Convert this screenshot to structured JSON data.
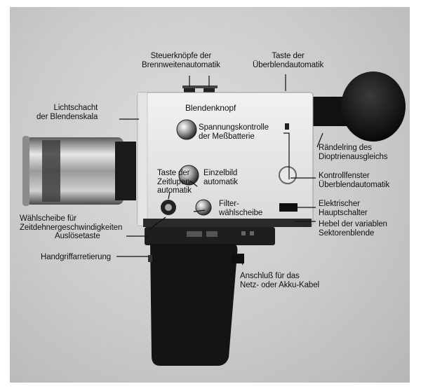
{
  "labels": {
    "steuerknoepfe": "Steuerknöpfe der\nBrennweitenautomatik",
    "taste_ueberblend": "Taste der\nÜberblendautomatik",
    "lichtschacht": "Lichtschacht\nder Blendenskala",
    "blendenknopf": "Blendenknopf",
    "spannungskontrolle": "Spannungskontrolle\nder Meßbatterie",
    "raendelring": "Rändelring des\nDioptrienausgleichs",
    "taste_zeitlupen": "Taste der\nZeitlupen-\nautomatik",
    "einzelbild": "Einzelbild\nautomatik",
    "kontrollfenster": "Kontrollfenster\nÜberblendautomatik",
    "elektrischer": "Elektrischer\nHauptschalter",
    "filter": "Filter-\nwählscheibe",
    "waehlscheibe": "Wählscheibe für\nZeitdehnergeschwindigkeiten",
    "hebel": "Hebel der variablen\nSektorenblende",
    "ausloesetaste": "Auslösetaste",
    "handgriff": "Handgriffarretierung",
    "anschluss": "Anschluß für das\nNetz- oder Akku-Kabel"
  }
}
